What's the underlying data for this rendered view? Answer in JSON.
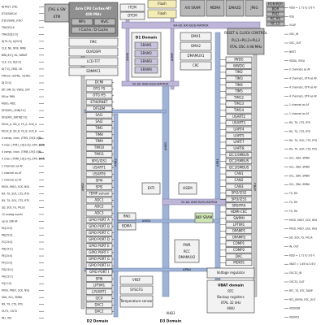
{
  "diagram": {
    "left_signals": [
      "NJTRST, JTDI,",
      "JTCK/SWCLK",
      "JTDO/SWD, JTDO",
      "TRACECLK",
      "TRACED[3:0]",
      "D[31:0], A[25:0]",
      "CLK, NE, NOE, NWE",
      "NBL[3:0], NL, NWAIT",
      "CLK, CS, D[3:0]",
      "D[7:0], CMD, CK",
      "PIXCLK, HSYNC, VSYNC",
      "D[13:0]",
      "DP, DM, ID, VBUS, SOF",
      "MII or RMII",
      "MDIO, MDC",
      "DFSDM1_CKIN[7:0]",
      "DFSDM1_DATIN[7:0]",
      "MCLK_A, SD_A, FS_A, SCK_A",
      "MCLK_B, SD_B, FS_B, SCK_B",
      "4 compl. chan. (TIM1_CH[1:4]N)",
      "4 chan. (TIM1_CH[1:4]), ETR, BKIN",
      "4 compl. chan. (TIM8_CH[1:4]N)",
      "4 chan. (TIM8_CH[1:4]), ETR, BKIN",
      "2 channels as AF",
      "1 channel as AF",
      "1 channel as AF",
      "MOSI, MISO, SCK, NSS",
      "RX, TX, SCK, CTS, RTS",
      "RX, TX, SCK, CTS, RTS",
      "SD, SCK, FS, MCLK",
      "12 analog inputs",
      "up to 168 AF",
      "PA[15:0]",
      "PB[15:0]",
      "PC[15:0]",
      "PD[15:0]",
      "PE[15:0]",
      "PF[15:0]",
      "PG[15:0]",
      "PH[15:0]",
      "PI[11:0]",
      "MOSI, MISO, SCK, NSS",
      "SDA, SCL, SMBA",
      "RX, TX, CTS, RTS",
      "OUT1, OUT2",
      "IN1, IN2"
    ],
    "right_signals": [
      "VDD = 1.71 to 3.6 V",
      "VSS",
      "VCAP",
      "OSC_IN",
      "OSC_OUT",
      "NRST",
      "VDDA, VSSA",
      "2 channels as AF",
      "4 channels, ETR as AF",
      "4 channels, ETR as AF",
      "4 channels, ETR as AF",
      "1 channel as AF",
      "1 channel as AF",
      "RX, TX, CTS, RTS",
      "RX, TX, CTS, RTS",
      "RX, TX, SCK, CTS, RTS",
      "RX, TX, SCK, CTS, RTS",
      "SCL, SDA, SMBA",
      "SCL, SDA, SMBA",
      "SCL, SDA, SMBA",
      "SCL, SDA, SMBA",
      "TX, RX",
      "TX, RX",
      "TX, RX",
      "MOSI, MISO, SCK, NSS",
      "MOSI, MISO, SCK, NSS",
      "SD, SCK, FS, MCLK",
      "IN, OUT",
      "VDD = 1.71 to 3.6 V",
      "VBAT = 1.65 to 3.6 V",
      "OSC32_IN",
      "OSC32_OUT",
      "RTC_TS, RTC_TAMP",
      "RTC_REFIN, RTC_OUT",
      "VDDUSB",
      "VDDIO2"
    ],
    "left_blocks": [
      "JTAG & SW",
      "MPU",
      "ETM",
      "FMC",
      "QUADSPI",
      "SDMMC1",
      "DCMI",
      "OTG FS",
      "OTG HS",
      "ETHERNET",
      "DFSDM",
      "SAI1",
      "SAI2",
      "TIM1",
      "TIM8",
      "TIM9",
      "TIM10",
      "TIM11",
      "SPI1/I2S1",
      "USART1",
      "USART6",
      "SPI4",
      "SPI5",
      "TEMP sensor",
      "ADC1",
      "ADC2",
      "ADC3",
      "GPIO PORT A",
      "GPIO PORT B",
      "GPIO PORT C",
      "GPIO PORT D",
      "GPIO PORT E",
      "GPIO PORT F",
      "GPIO PORT G",
      "GPIO PORT H",
      "GPIO PORT I",
      "SPI6",
      "LPTIM1",
      "LPUART1",
      "I2C4",
      "DAC1",
      "DAC2"
    ],
    "right_blocks": [
      "POR/PDR",
      "BOR",
      "PVD",
      "RC HS",
      "RC LS",
      "PLL1+PLL2+PLL3",
      "XTAL OSC 4-48 MHz",
      "IWDG",
      "WWDG",
      "TIM2",
      "TIM3",
      "TIM4",
      "TIM5",
      "TIM12",
      "TIM13",
      "TIM14",
      "USART2",
      "USART3",
      "UART4",
      "UART5",
      "UART7",
      "UART8",
      "I2C1/SMBUS",
      "I2C2/SMBUS",
      "I2C3/SMBUS",
      "CAN1",
      "CAN2",
      "CAN3",
      "SPI2/I2S2",
      "SPI3/I2S3",
      "SPDIFRX",
      "HDMI-CEC",
      "SWPMI",
      "LPTIM1",
      "OPAMP1",
      "OPAMP2",
      "COMP1",
      "COMP2",
      "DAC",
      "MDIOS",
      "RTC",
      "AWU",
      "Backup registers",
      "XTAL 32 kHz",
      "VBAT domain"
    ],
    "center_blocks": {
      "cpu": "Arm CPU Cortex-M7",
      "cpu_sub": "480 MHz",
      "cache": "I-Cache / D-Cache",
      "itcm": "ITCM",
      "dtcm": "DTCM",
      "axim": "AXIM",
      "ahbp": "AHBP",
      "nvic": "NVIC",
      "flash": "Flash",
      "flash2": "Flash",
      "axi_sram": "AXI SRAM",
      "sram1": "SRAM1",
      "sram2": "SRAM2",
      "sram3": "SRAM3",
      "sram4": "SRAM4",
      "bkp_sram": "BKP SRAM",
      "mdma": "MDMA",
      "dma2d": "DMA2D",
      "lcd_tft": "LCD-TFT",
      "jpeg": "JPEG",
      "dma1": "DMA1",
      "dma2": "DMA2",
      "bdma": "BDMA",
      "dmamux1": "DMAMUX1",
      "dmamux2": "DMAMUX2",
      "hsem": "HSEM",
      "crc": "CRC",
      "rng": "RNG",
      "exti": "EXTI",
      "rcc": "RCC",
      "pwr": "PWR",
      "vref": "VREF",
      "syscfg": "SYSCFG",
      "axi_matrix": "64-bit AXI BUS-MATRIX",
      "ahb_matrix1": "32-bit AHB BUS-MATRIX",
      "ahb_matrix2": "32-bit AHB BUS-MATRIX",
      "apb1": "APB1",
      "apb2": "APB2",
      "apb3": "APB3",
      "apb4": "APB4",
      "ahb1": "AHB1",
      "ahb2": "AHB2",
      "ahb3": "AHB3",
      "ahb4": "AHB4",
      "d1": "D1 Domain",
      "d2": "D2 Domain",
      "d3": "D3 Domain",
      "voltage_reg": "Voltage regulator",
      "reset_clock": "RESET & CLOCK CONTROL",
      "temperature": "Temperature sensor"
    },
    "colors": {
      "dark_block": "#8f8f8f",
      "mid_block": "#b9b9b9",
      "light_block": "#f2f2f2",
      "bus_blue": "#9fb3d6",
      "bus_lavender": "#bdb6d8",
      "accent_green": "#cde3b4",
      "accent_yellow": "#f3ecb6"
    }
  }
}
